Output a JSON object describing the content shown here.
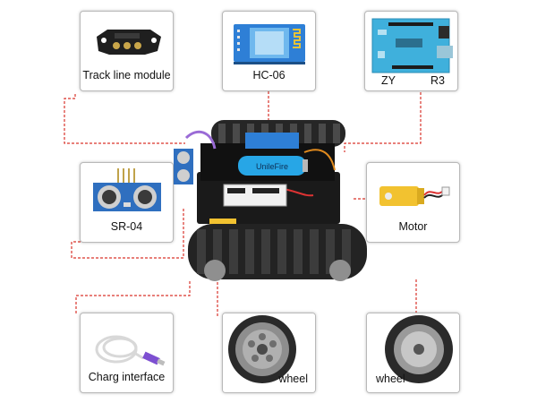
{
  "labels": {
    "track_line_module": "Track line module",
    "hc06": "HC-06",
    "zy": "ZY",
    "r3": "R3",
    "sr04": "SR-04",
    "motor": "Motor",
    "charge_interface": "Charg interface",
    "wheel_left": "wheel",
    "wheel_right": "wheel"
  },
  "battery_text": "UnileFire",
  "colors": {
    "leader_line": "#d9342b",
    "board_blue": "#2e7fd6",
    "battery_blue": "#27a6e6",
    "track_dark": "#232323",
    "motor_yellow": "#f2c230"
  }
}
